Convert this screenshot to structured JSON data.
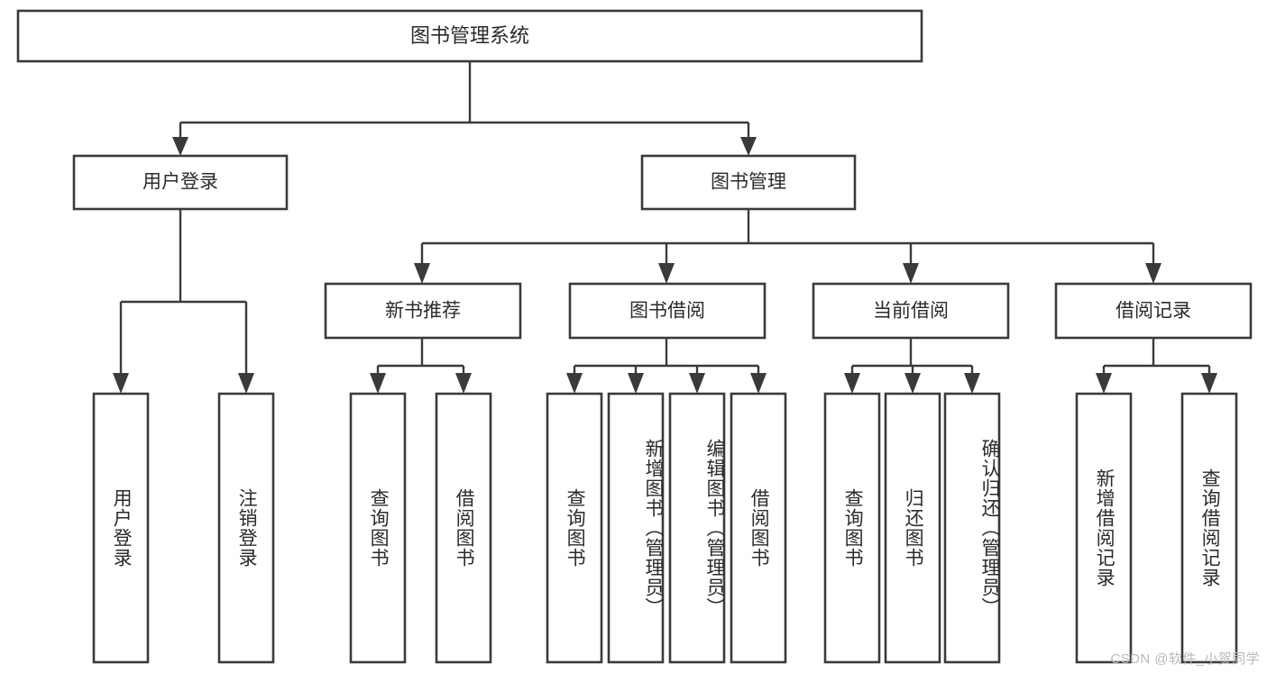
{
  "diagram": {
    "type": "tree-hierarchy",
    "title": "图书管理系统",
    "watermark": "CSDN @软件_小贺同学",
    "colors": {
      "box_stroke": "#3a3a3a",
      "box_fill": "#ffffff",
      "text": "#2b2b2b",
      "background": "#ffffff",
      "watermark": "#b9b9b9"
    },
    "root": {
      "label": "图书管理系统"
    },
    "level1": [
      {
        "label": "用户登录"
      },
      {
        "label": "图书管理"
      }
    ],
    "level2": [
      {
        "label": "新书推荐"
      },
      {
        "label": "图书借阅"
      },
      {
        "label": "当前借阅"
      },
      {
        "label": "借阅记录"
      }
    ],
    "leaves": {
      "user_login": [
        {
          "label": "用户登录"
        },
        {
          "label": "注销登录"
        }
      ],
      "new_book_recommend": [
        {
          "label": "查询图书"
        },
        {
          "label": "借阅图书"
        }
      ],
      "book_borrow": [
        {
          "label": "查询图书"
        },
        {
          "label": "新增图书（管理员）"
        },
        {
          "label": "编辑图书（管理员）"
        },
        {
          "label": "借阅图书"
        }
      ],
      "current_borrow": [
        {
          "label": "查询图书"
        },
        {
          "label": "归还图书"
        },
        {
          "label": "确认归还（管理员）"
        }
      ],
      "borrow_record": [
        {
          "label": "新增借阅记录"
        },
        {
          "label": "查询借阅记录"
        }
      ]
    }
  }
}
